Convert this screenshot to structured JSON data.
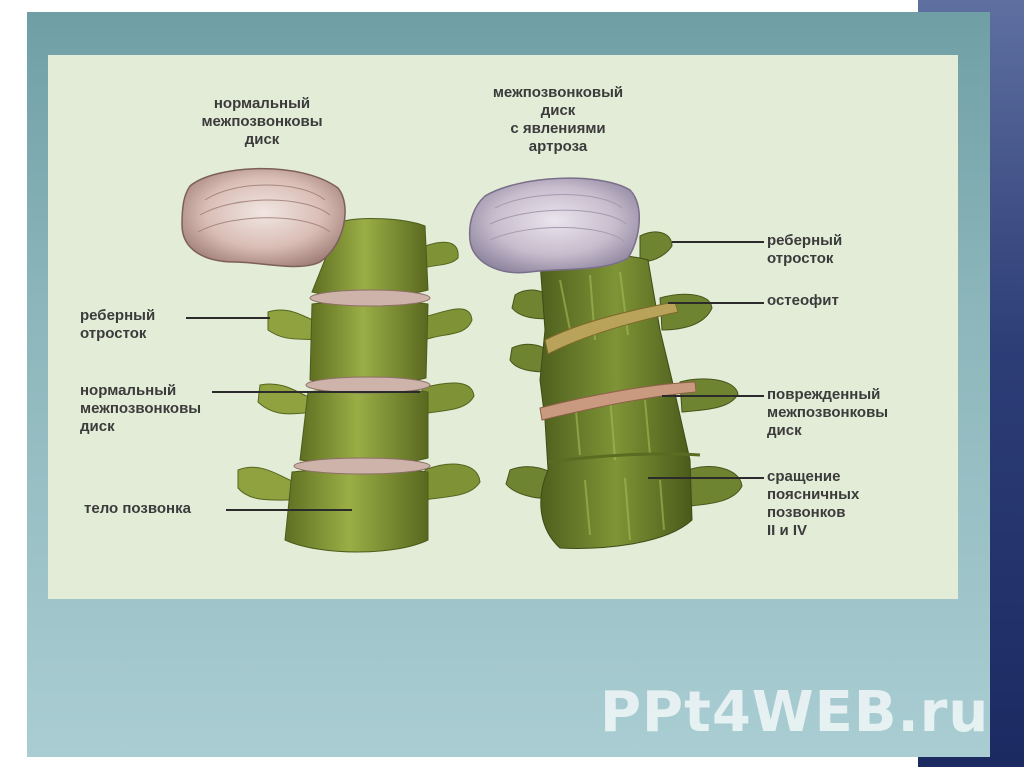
{
  "labels": {
    "normal_disc_title": "нормальный\nмежпозвонковы\nдиск",
    "arthrosis_disc_title": "межпозвонковый\nдиск\nс явлениями\nартроза",
    "rib_process_left": "реберный\nотросток",
    "normal_disc_left": "нормальный\nмежпозвонковы\nдиск",
    "vertebra_body": "тело позвонка",
    "rib_process_right": "реберный\nотросток",
    "osteophyte": "остеофит",
    "damaged_disc": "поврежденный\nмежпозвонковы\n диск",
    "fusion": "сращение\nпоясничных\nпозвонков\nII и IV"
  },
  "watermark": "PPt4WEB.ru",
  "colors": {
    "slide_bg": "#8cb6bb",
    "plate_bg": "#e2ecd7",
    "bone": "#8a9c3c",
    "disc": "#c9a9a0",
    "label_text": "#3b3b3b",
    "edge_blue": "#2d3d76"
  }
}
